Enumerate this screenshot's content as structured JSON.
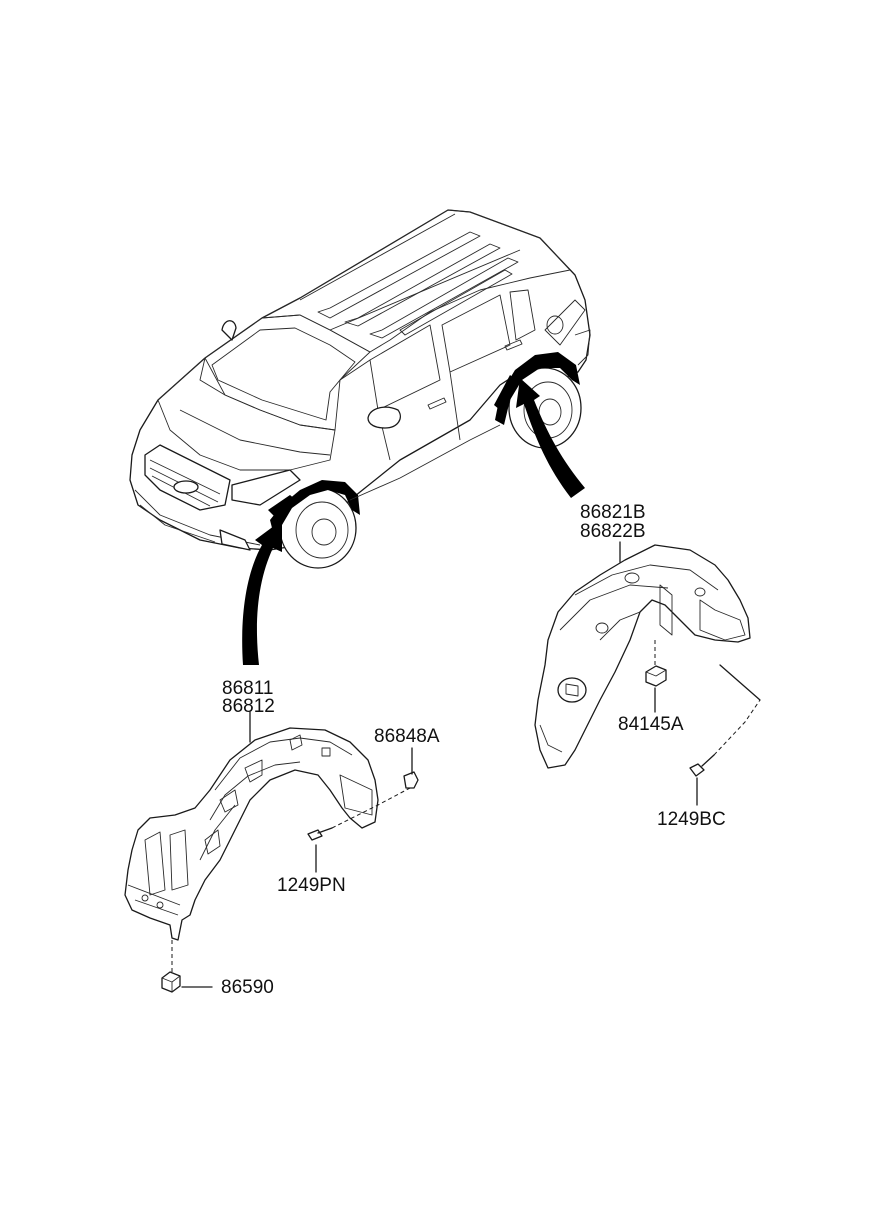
{
  "callouts": {
    "front_liner_a": "86811",
    "front_liner_b": "86812",
    "front_clip": "86848A",
    "front_screw": "1249PN",
    "front_bolt": "86590",
    "rear_liner_a": "86821B",
    "rear_liner_b": "86822B",
    "rear_nut": "84145A",
    "rear_screw": "1249BC"
  },
  "colors": {
    "line": "#1a1a1a",
    "fill": "#ffffff",
    "arrow": "#000000"
  }
}
